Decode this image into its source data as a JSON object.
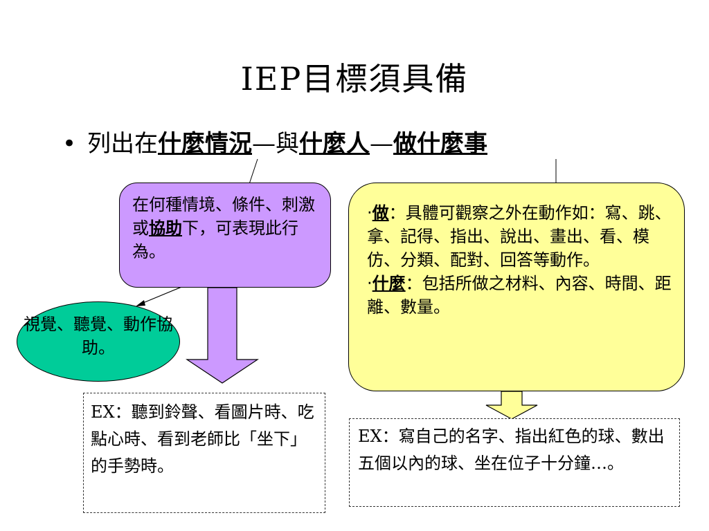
{
  "title": "IEP目標須具備",
  "bullet": {
    "prefix": "列出在",
    "term1": "什麼情況",
    "sep1": "—與",
    "term2": "什麼人",
    "sep2": "—",
    "term3": "做什麼事"
  },
  "condition_box": {
    "text_before": "在何種情境、條件、刺激或",
    "emphasis": "協助",
    "text_after": "下，可表現此行為。"
  },
  "assist_oval": {
    "text": "視覺、聽覺、動作協助。"
  },
  "action_box": {
    "do_bullet": "‧",
    "do_label": "做",
    "do_text": "：具體可觀察之外在動作如：寫、跳、拿、記得、指出、說出、畫出、看、模仿、分類、配對、回答等動作。",
    "what_bullet": "‧",
    "what_label": "什麼",
    "what_text": "：包括所做之材料、內容、時間、距離、數量。"
  },
  "example_left": {
    "text": "EX：聽到鈴聲、看圖片時、吃點心時、看到老師比「坐下」的手勢時。"
  },
  "example_right": {
    "text": "EX：寫自己的名字、指出紅色的球、數出五個以內的球、坐在位子十分鐘…。"
  },
  "colors": {
    "condition_box": "#cc99ff",
    "action_box": "#ffff99",
    "assist_oval": "#00cc99",
    "arrow_purple": "#cc99ff",
    "arrow_yellow": "#ffff99"
  }
}
